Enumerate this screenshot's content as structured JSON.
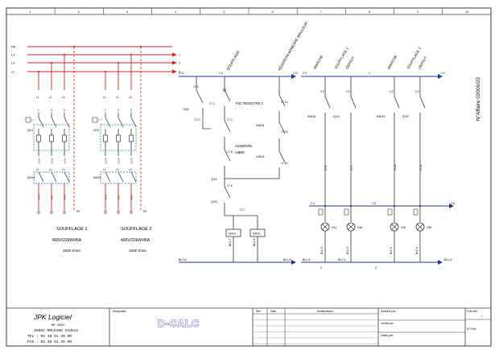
{
  "grid_columns": [
    "1",
    "2",
    "3",
    "4",
    "5",
    "6",
    "7",
    "8",
    "9",
    "10"
  ],
  "bus": {
    "lines": [
      "PE",
      "L3",
      "L2",
      "L1"
    ],
    "right_marks": [
      "1",
      "2",
      "3"
    ],
    "colors": {
      "pe": "#c8282d",
      "phase": "#d2232a"
    }
  },
  "motor1": {
    "top_terminals": [
      "L1",
      "L2",
      "L3"
    ],
    "mid_terminals": [
      "L1",
      "L2",
      "L3"
    ],
    "q_label": "Q14",
    "km_label": "KM14",
    "sub_labels": [
      "1",
      "3",
      "5"
    ],
    "wire_labels": [
      "L1/14",
      "L2/14",
      "L3/14"
    ],
    "out_labels": [
      "U14",
      "V14",
      "W14"
    ],
    "pe_label": "PE",
    "title": "SOUFFLAGE 1",
    "spec": "400V/22kW/45A",
    "speed": "1500 tr/mn"
  },
  "motor2": {
    "top_terminals": [
      "L1",
      "L2",
      "L3"
    ],
    "mid_terminals": [
      "L1",
      "L2",
      "L3"
    ],
    "q_label": "Q15",
    "km_label": "KM15",
    "sub_labels": [
      "1",
      "3",
      "5"
    ],
    "wire_labels": [
      "L1/15",
      "L2/15",
      "L3/15"
    ],
    "out_labels": [
      "U15",
      "V15",
      "W15"
    ],
    "pe_label": "PE",
    "title": "SOUFFLAGE 2",
    "spec": "400V/22kW/45A",
    "speed": "1500 tr/mn"
  },
  "control1": {
    "header_left": "SOUFFLAGE",
    "header_right": "ASSERVIN ARMOIRE BRULEUR",
    "top_left": "2.11",
    "top_mid": "2.0",
    "top_right": "2.11",
    "ka_label": "KAI",
    "nodes": [
      "17.1",
      "17.3",
      "17.2",
      "17.4",
      "17.5",
      "17.6",
      "17.7"
    ],
    "fdc": "FdC REGISTRE 1",
    "km14": "KM14",
    "km15": "KM15",
    "asserv": [
      "ASSERVbe",
      "LIBRE"
    ],
    "right_nodes": [
      "17.12",
      "17.13",
      "17.14"
    ],
    "q14": "Q14",
    "q15": "Q15",
    "coil1": "KM14",
    "coil2": "KM15",
    "blc": [
      "BLC.7",
      "BLC.8"
    ],
    "bottom_left": "BLC.8",
    "bottom_right": "BLC.8"
  },
  "control2": {
    "headers": [
      "MARCHE",
      "SOUFFLAGE 1",
      "DEFAUT",
      "MARCHE",
      "SOUFFLAGE 2",
      "DEFAUT"
    ],
    "top_left": "2.9",
    "top_mid": "1",
    "top_right": "2.5",
    "sub_labels": [
      "2.3",
      "2.3",
      "2.3",
      "2.3"
    ],
    "contacts": [
      "KM14",
      "Q14",
      "KM15",
      "Q15"
    ],
    "wires": [
      "17.8",
      "17.9",
      "17.10",
      "17.11"
    ],
    "mid_left": "2.4",
    "mid_mid": "2.5",
    "mid_right": "2.6",
    "lamps": [
      "H14",
      "H28",
      "H15",
      "H30"
    ],
    "blc": [
      "BLC.6",
      "BLC.6",
      "BLC.6",
      "BLC.6"
    ],
    "bottom_left": "BLC.8",
    "bottom_mid": "BLC.6",
    "bottom_nums": [
      "2",
      "2"
    ],
    "bottom_right": "BLC.8"
  },
  "side_text": "N°Affaire 02006/23",
  "title_block": {
    "company": "JPK Logiciel",
    "address": [
      "BP 6021",
      "45062 ORLEANS Cedex2"
    ],
    "tel": "TEL : 02 38 51 20 00",
    "fax": "FAX : 02 38 51 25 00",
    "designation": "Désignation",
    "logo": "D-CALC",
    "rev_headers": [
      "Rev",
      "Date",
      "Modifications"
    ],
    "sign": [
      "Dessiné par:",
      "Vérifié par:",
      "Validé par:"
    ],
    "folio_header": "Folio tête",
    "folio": "N° Folio",
    "folio_suffix": "/"
  }
}
